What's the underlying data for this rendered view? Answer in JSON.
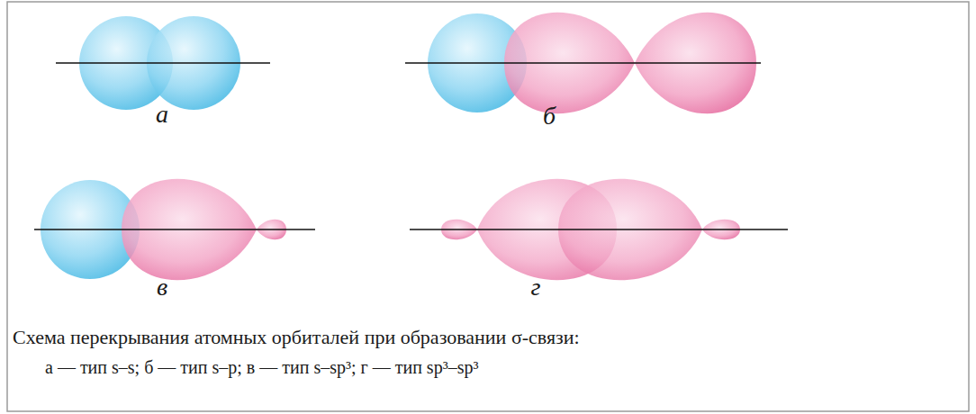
{
  "diagram": {
    "caption": "Схема перекрывания атомных орбиталей при образовании σ-связи:",
    "labels": [
      "а",
      "б",
      "в",
      "г",
      "а — тип s–s; б — тип s–p; в — тип s–sp³; г — тип sp³–sp³"
    ]
  }
}
